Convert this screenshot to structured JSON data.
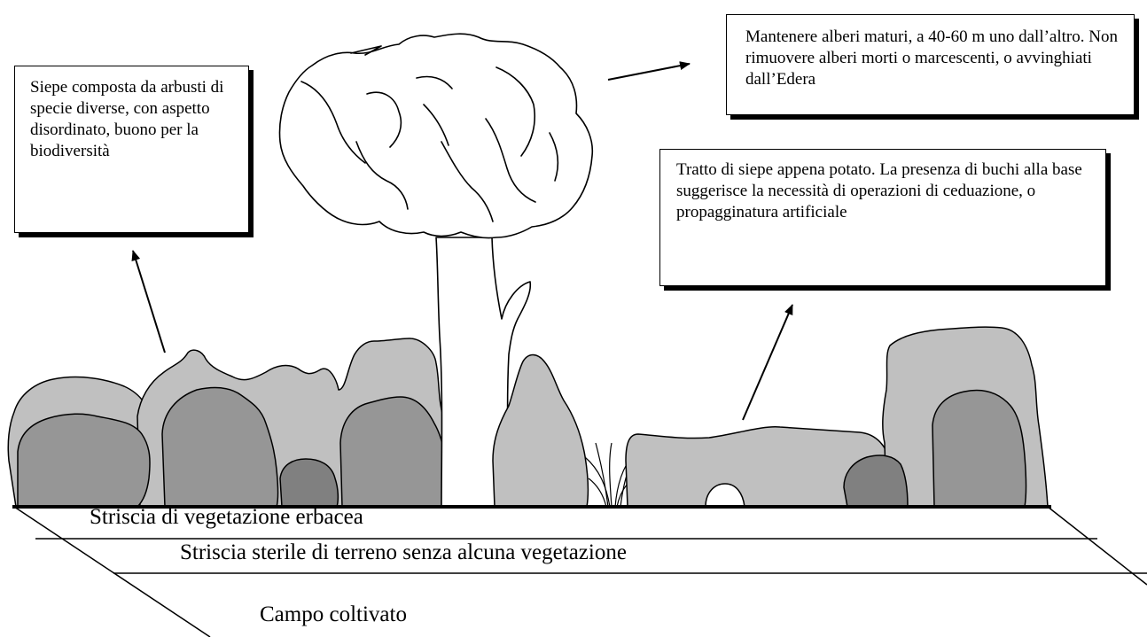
{
  "callouts": {
    "hedge_mixed": "Siepe composta da arbusti di specie diverse, con aspetto disordinato, buono per la biodiversità",
    "mature_trees": "Mantenere alberi maturi, a 40-60 m uno dall’altro. Non rimuovere alberi morti o marcescenti, o avvinghiati dall’Edera",
    "pruned_hedge": "Tratto di siepe appena potato. La presenza di buchi alla base suggerisce la necessità di operazioni di ceduazione, o propagginatura artificiale"
  },
  "strips": {
    "herbaceous": "Striscia di vegetazione erbacea",
    "bare": "Striscia sterile di terreno senza alcuna vegetazione",
    "field": "Campo coltivato"
  },
  "colors": {
    "light_shrub": "#c0c0c0",
    "mid_shrub": "#969696",
    "dark_shrub": "#808080",
    "outline": "#000000"
  }
}
